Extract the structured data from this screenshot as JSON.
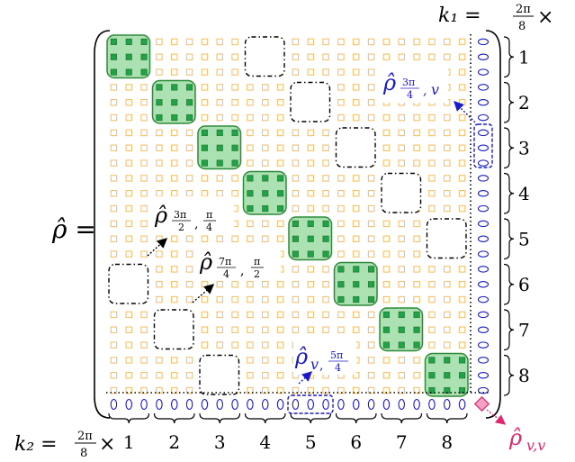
{
  "header": {
    "k1_label": "k₁ = ",
    "k1_frac_num": "2π",
    "k1_frac_den": "8",
    "k1_times": "×",
    "k2_label": "k₂ = ",
    "k2_frac_num": "2π",
    "k2_frac_den": "8",
    "k2_times": "×"
  },
  "rho_label": "ρ̂ =",
  "col_labels": [
    "1",
    "2",
    "3",
    "4",
    "5",
    "6",
    "7",
    "8"
  ],
  "row_labels": [
    "1",
    "2",
    "3",
    "4",
    "5",
    "6",
    "7",
    "8"
  ],
  "annotations": {
    "a1": {
      "rho": "ρ̂",
      "sub_num": "3π",
      "sub_den": "2",
      "sep": ",",
      "sub2_num": "π",
      "sub2_den": "4"
    },
    "a2": {
      "rho": "ρ̂",
      "sub_num": "7π",
      "sub_den": "4",
      "sep": ",",
      "sub2_num": "π",
      "sub2_den": "2"
    },
    "a3": {
      "rho": "ρ̂",
      "sub_num": "3π",
      "sub_den": "4",
      "sep": ",",
      "sub2": "v"
    },
    "a4": {
      "rho": "ρ̂",
      "sub1": "v",
      "sep": ",",
      "sub2_num": "5π",
      "sub2_den": "4"
    },
    "a5": {
      "rho": "ρ̂",
      "sub": "v,v"
    }
  },
  "colors": {
    "grid_square": "#f5c16c",
    "block_fill": "#7fd18a",
    "block_stroke": "#2e8b3a",
    "block_dot": "#22a04a",
    "dashed_block": "#000000",
    "blue": "#1a1acc",
    "pink": "#f06aa0",
    "pink_dark": "#e0286e"
  }
}
